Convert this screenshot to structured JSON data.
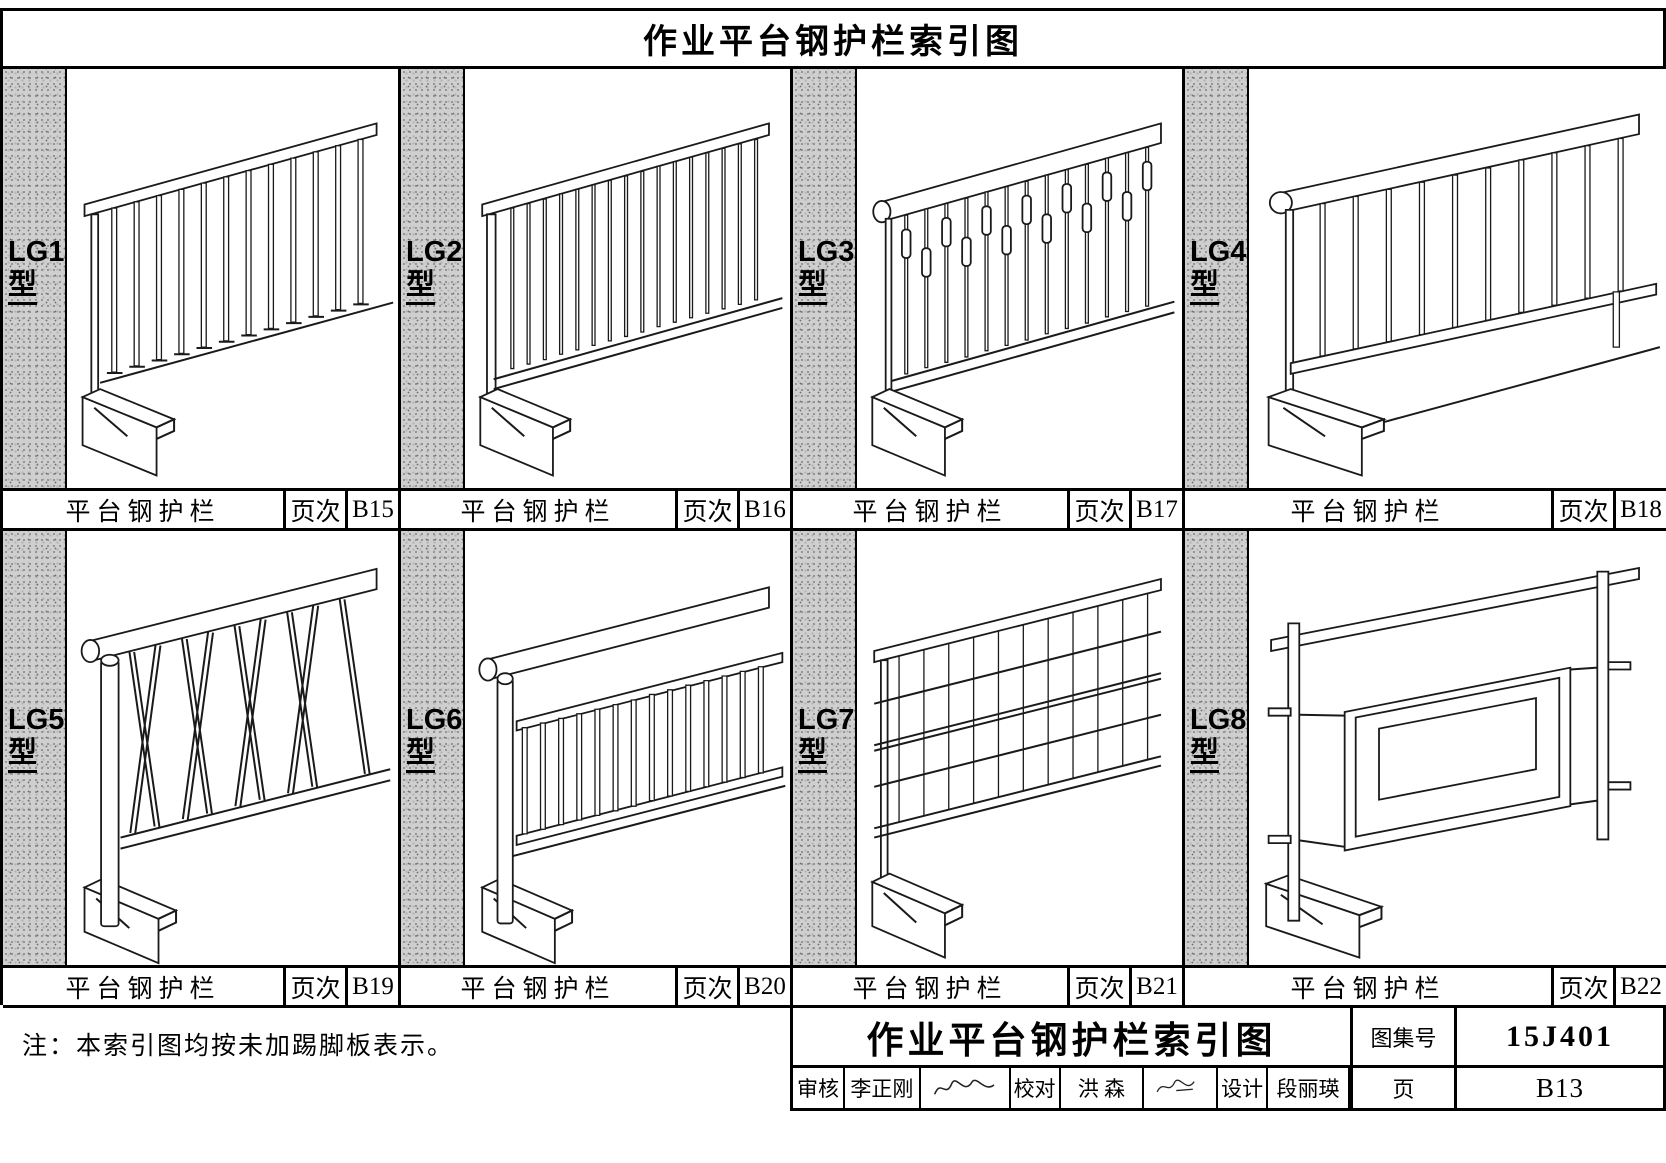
{
  "page": {
    "title": "作业平台钢护栏索引图",
    "note": "注：本索引图均按未加踢脚板表示。"
  },
  "cells": [
    {
      "code": "LG1",
      "suffix": "型",
      "caption": "平台钢护栏",
      "page_label": "页次",
      "page_no": "B15"
    },
    {
      "code": "LG2",
      "suffix": "型",
      "caption": "平台钢护栏",
      "page_label": "页次",
      "page_no": "B16"
    },
    {
      "code": "LG3",
      "suffix": "型",
      "caption": "平台钢护栏",
      "page_label": "页次",
      "page_no": "B17"
    },
    {
      "code": "LG4",
      "suffix": "型",
      "caption": "平台钢护栏",
      "page_label": "页次",
      "page_no": "B18"
    },
    {
      "code": "LG5",
      "suffix": "型",
      "caption": "平台钢护栏",
      "page_label": "页次",
      "page_no": "B19"
    },
    {
      "code": "LG6",
      "suffix": "型",
      "caption": "平台钢护栏",
      "page_label": "页次",
      "page_no": "B20"
    },
    {
      "code": "LG7",
      "suffix": "型",
      "caption": "平台钢护栏",
      "page_label": "页次",
      "page_no": "B21"
    },
    {
      "code": "LG8",
      "suffix": "型",
      "caption": "平台钢护栏",
      "page_label": "页次",
      "page_no": "B22"
    }
  ],
  "title_block": {
    "title": "作业平台钢护栏索引图",
    "atlas_label": "图集号",
    "atlas_no": "15J401",
    "page_label": "页",
    "page_no": "B13",
    "reviewer_label": "审核",
    "reviewer_name": "李正刚",
    "checker_label": "校对",
    "checker_name": "洪 森",
    "designer_label": "设计",
    "designer_name": "段丽瑛"
  }
}
